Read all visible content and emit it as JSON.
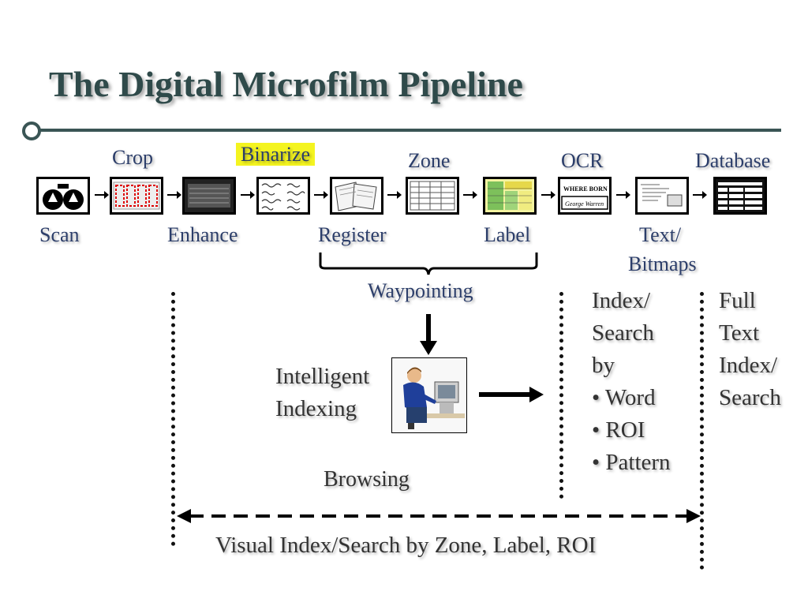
{
  "title": "The Digital Microfilm Pipeline",
  "pipeline": {
    "top_labels": {
      "crop": "Crop",
      "binarize": "Binarize",
      "zone": "Zone",
      "ocr": "OCR",
      "database": "Database"
    },
    "bottom_labels": {
      "scan": "Scan",
      "enhance": "Enhance",
      "register": "Register",
      "label": "Label",
      "text_bitmaps_1": "Text/",
      "text_bitmaps_2": "Bitmaps"
    },
    "thumb_text": {
      "ocr_line1": "WHERE BORN",
      "ocr_line2": "George Warren"
    }
  },
  "waypointing": "Waypointing",
  "intelligent_indexing": [
    "Intelligent",
    "Indexing"
  ],
  "index_search": {
    "lines": [
      "Index/",
      "Search",
      "by"
    ],
    "bullets": [
      "• Word",
      "• ROI",
      "• Pattern"
    ]
  },
  "full_text": [
    "Full",
    "Text",
    "Index/",
    "Search"
  ],
  "browsing": "Browsing",
  "visual_index": "Visual Index/Search by Zone, Label, ROI",
  "colors": {
    "title": "#2f4a4a",
    "label": "#2c3e6a",
    "highlight": "#f4f420",
    "rule": "#3a5555"
  }
}
